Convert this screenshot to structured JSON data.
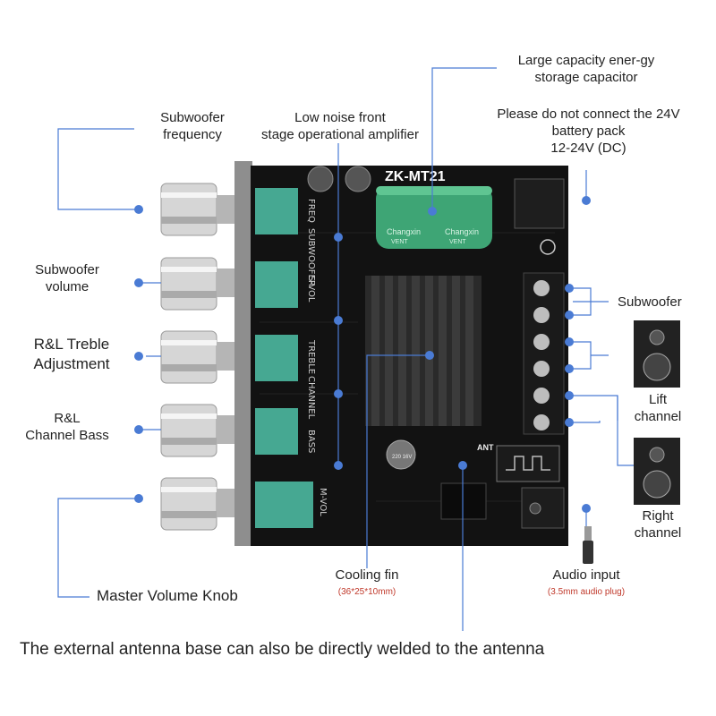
{
  "board": {
    "model": "ZK-MT21",
    "capacitor_brand": "Changxin",
    "capacitor_vent": "VENT",
    "pot_labels": [
      "FREQ",
      "SUBWOOFER",
      "S-VOL",
      "TREBLE",
      "CHANNEL",
      "BASS",
      "M-VOL"
    ],
    "ant_label": "ANT",
    "chip_label": "220 16V"
  },
  "labels": {
    "capacitor": [
      "Large capacity ener-gy",
      "storage capacitor"
    ],
    "battery": [
      "Please do not connect the 24V",
      "battery pack",
      "12-24V (DC)"
    ],
    "sub_freq": [
      "Subwoofer",
      "frequency"
    ],
    "opamp": [
      "Low noise front",
      "stage operational amplifier"
    ],
    "sub_vol": [
      "Subwoofer",
      "volume"
    ],
    "treble": [
      "R&L  Treble",
      "Adjustment"
    ],
    "bass": [
      "R&L",
      "Channel Bass"
    ],
    "master": "Master Volume Knob",
    "subwoofer_out": "Subwoofer",
    "left_ch": [
      "Lift",
      "channel"
    ],
    "right_ch": [
      "Right",
      "channel"
    ],
    "cooling": "Cooling fin",
    "cooling_dim": "(36*25*10mm)",
    "audio_in": "Audio input",
    "audio_plug": "(3.5mm audio plug)",
    "antenna_note": "The external antenna base can also be directly welded to the  antenna"
  },
  "colors": {
    "accent": "#4a7bd4",
    "board": "#111111",
    "knob": "#d8d8d8",
    "pot": "#46a892",
    "capacitor": "#3ea575"
  }
}
